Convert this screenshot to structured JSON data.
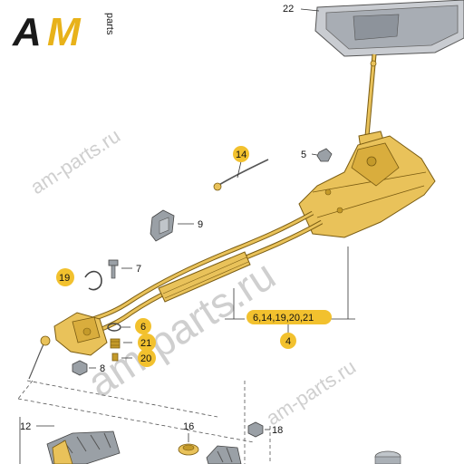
{
  "logo": {
    "letters": "AM",
    "suffix": "parts",
    "colors": {
      "a": "#1a1a1a",
      "m": "#e8b21a"
    }
  },
  "watermark": {
    "text_small": "am-parts.ru",
    "text_large": "am-parts.ru",
    "color": "#cfcfcf"
  },
  "callouts": {
    "c22": "22",
    "c14": "14",
    "c5": "5",
    "c9": "9",
    "c7": "7",
    "c19": "19",
    "c6": "6",
    "c21": "21",
    "c20": "20",
    "c8": "8",
    "group": "6,14,19,20,21",
    "c4": "4",
    "c12": "12",
    "c16": "16",
    "c18": "18"
  },
  "colors": {
    "highlight": "#f2c12e",
    "part_yellow": "#e9c25a",
    "part_outline": "#7a5c12",
    "boot_gray": "#9aa0a6",
    "line": "#333333"
  }
}
